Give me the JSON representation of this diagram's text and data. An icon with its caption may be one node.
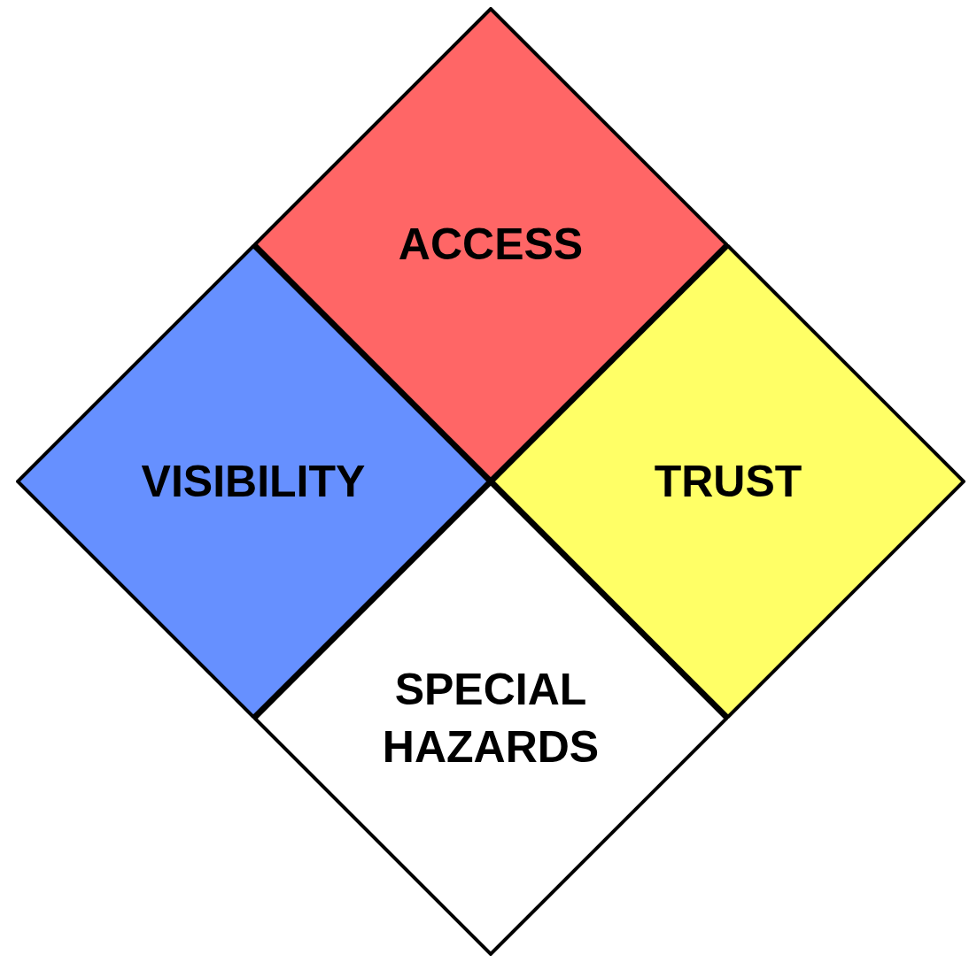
{
  "diagram": {
    "nodes": [
      {
        "text": [
          "ACCESS"
        ]
      },
      {
        "text": [
          "VISIBILITY"
        ]
      },
      {
        "text": [
          "TRUST"
        ]
      },
      {
        "text": [
          "SPECIAL HAZARDS"
        ]
      }
    ]
  }
}
